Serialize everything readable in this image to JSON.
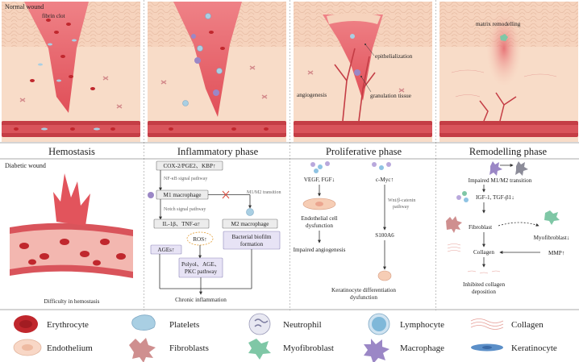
{
  "headers": {
    "normal_wound": "Normal wound",
    "diabetic_wound": "Diabetic wound"
  },
  "phases": [
    "Hemostasis",
    "Inflammatory phase",
    "Proliferative phase",
    "Remodelling phase"
  ],
  "top_labels": {
    "fibrin_clot": "fibrin clot",
    "epithelialization": "epithelialization",
    "angiogenesis": "angiogenesis",
    "granulation_tissue": "granulation tissue",
    "matrix_remodelling": "matrix remodelling"
  },
  "hemostasis": {
    "caption": "Difficulty in hemostasis"
  },
  "inflammatory": {
    "top": "COX-2/PGE2、KBP↑",
    "nfkb": "NF-κB signal pathway",
    "m1": "M1 macrophage",
    "transition": "M1/M2 transition",
    "notch": "Notch signal pathway",
    "il": "IL-1β、TNF-α↑",
    "m2": "M2 macrophage",
    "ros": "ROS↑",
    "biofilm": "Bacterial biofilm formation",
    "ages": "AGEs↑",
    "polyol": "Polyol、AGE、PKC pathway",
    "chronic": "Chronic inflammation"
  },
  "proliferative": {
    "vegf": "VEGF, FGF↓",
    "endo": "Endothelial cell dysfunction",
    "impaired": "Impaired angiogenesis",
    "cmyc": "c-Myc↑",
    "wnt": "Wnt/β-catenin pathway",
    "s100": "S100A6",
    "kera": "Keratinocyte differentiation dysfunction"
  },
  "remodelling": {
    "impaired_m1m2": "Impaired M1/M2 transition",
    "igf": "IGF-1, TGF-β1↓",
    "fibroblast": "Fibroblast",
    "myofib": "Myofibroblast↓",
    "collagen": "Collagen",
    "mmp": "MMP↑",
    "inhibited": "Inhibited collagen deposition"
  },
  "legend": [
    {
      "label": "Erythrocyte",
      "icon": "erythrocyte-icon"
    },
    {
      "label": "Platelets",
      "icon": "platelets-icon"
    },
    {
      "label": "Neutrophil",
      "icon": "neutrophil-icon"
    },
    {
      "label": "Lymphocyte",
      "icon": "lymphocyte-icon"
    },
    {
      "label": "Collagen",
      "icon": "collagen-icon"
    },
    {
      "label": "Endothelium",
      "icon": "endothelium-icon"
    },
    {
      "label": "Fibroblasts",
      "icon": "fibroblasts-icon"
    },
    {
      "label": "Myofibroblast",
      "icon": "myofibroblast-icon"
    },
    {
      "label": "Macrophage",
      "icon": "macrophage-icon"
    },
    {
      "label": "Keratinocyte",
      "icon": "keratinocyte-icon"
    }
  ],
  "colors": {
    "skin": "#f7d5bf",
    "epidermis": "#f3cbb2",
    "wound": "#e2545c",
    "vessel": "#c43d45",
    "erythrocyte": "#c0272d",
    "platelet": "#a9cfe3",
    "myofibroblast": "#7fc7a6",
    "macrophage": "#9b87c6",
    "purple_box": "#e7e3f5"
  }
}
